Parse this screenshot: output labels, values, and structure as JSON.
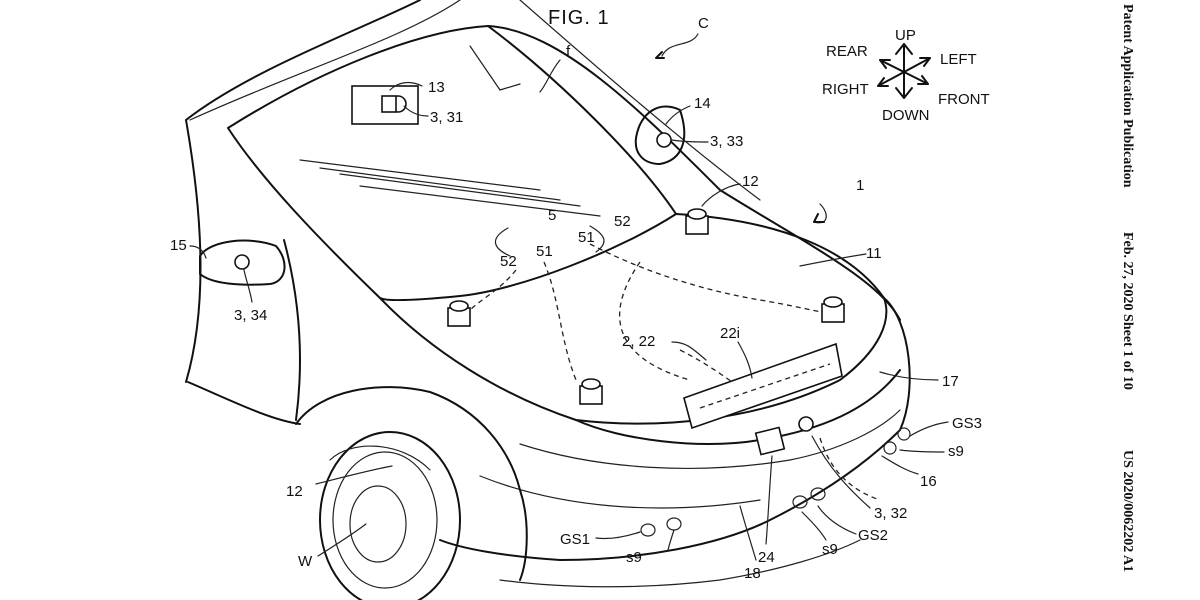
{
  "figure": {
    "title": "FIG. 1",
    "vehicle_ref": "C"
  },
  "side_header": {
    "publication": "Patent Application Publication",
    "date_sheet": "Feb. 27, 2020  Sheet 1 of 10",
    "number": "US 2020/0062202 A1"
  },
  "compass": {
    "up": "UP",
    "down": "DOWN",
    "rear": "REAR",
    "front": "FRONT",
    "left": "LEFT",
    "right": "RIGHT"
  },
  "labels": {
    "f": "f",
    "l13": "13",
    "l3_31": "3, 31",
    "l14": "14",
    "l3_33": "3, 33",
    "l1": "1",
    "l12_top": "12",
    "l5": "5",
    "l51a": "51",
    "l51b": "51",
    "l52a": "52",
    "l52b": "52",
    "l11": "11",
    "l15": "15",
    "l3_34": "3, 34",
    "l2_22": "2, 22",
    "l22i": "22i",
    "l17": "17",
    "lGS3": "GS3",
    "ls9_right": "s9",
    "l16": "16",
    "l12_bottom": "12",
    "l3_32": "3, 32",
    "lGS2": "GS2",
    "ls9_mid": "s9",
    "lGS1": "GS1",
    "ls9_left": "s9",
    "l24": "24",
    "l18": "18",
    "lW": "W"
  }
}
